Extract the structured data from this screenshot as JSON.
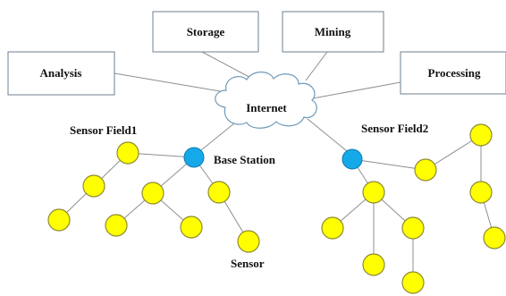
{
  "boxes": {
    "analysis": "Analysis",
    "storage": "Storage",
    "mining": "Mining",
    "processing": "Processing"
  },
  "cloud": {
    "label": "Internet"
  },
  "labels": {
    "sensor_field_1": "Sensor Field1",
    "sensor_field_2": "Sensor Field2",
    "base_station": "Base Station",
    "sensor": "Sensor"
  },
  "colors": {
    "sensor_node": "#ffff00",
    "base_station_node": "#16a9ea",
    "connector": "#8f8f8f",
    "box_border": "#6f7f8f"
  }
}
